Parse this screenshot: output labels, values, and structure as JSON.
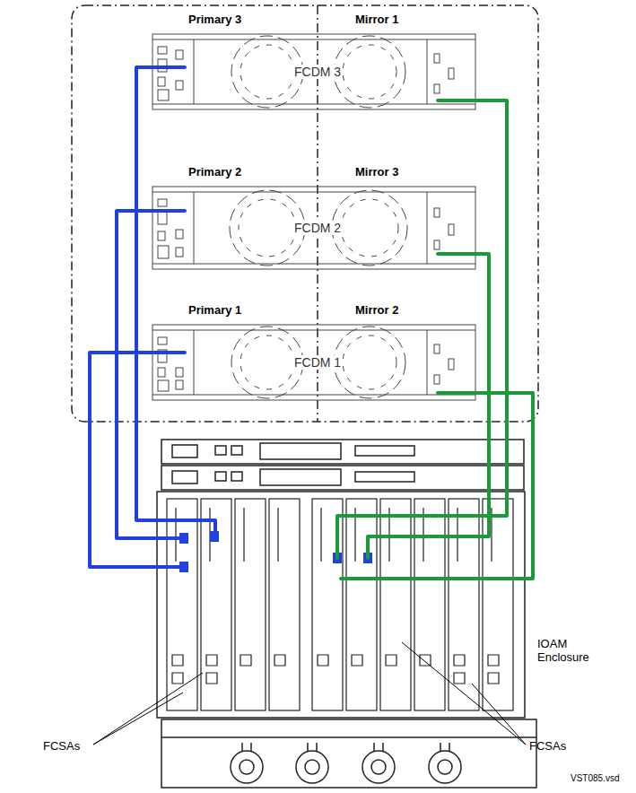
{
  "diagram": {
    "nodes": [
      {
        "text": [
          "FCDM 3"
        ]
      },
      {
        "text": [
          "Primary 3"
        ],
        "in": 0
      },
      {
        "text": [
          "Mirror 1"
        ],
        "in": 0
      },
      {
        "text": [
          "FCDM 2"
        ]
      },
      {
        "text": [
          "Primary 2"
        ],
        "in": 3
      },
      {
        "text": [
          "Mirror 3"
        ],
        "in": 3
      },
      {
        "text": [
          "FCDM 1"
        ]
      },
      {
        "text": [
          "Primary 1"
        ],
        "in": 6
      },
      {
        "text": [
          "Mirror 2"
        ],
        "in": 6
      },
      {
        "text": [
          "IOAM Enclosure"
        ]
      }
    ],
    "edges": [
      {
        "from": 1,
        "to": 9,
        "arrow": "none"
      },
      {
        "from": 4,
        "to": 9,
        "arrow": "none"
      },
      {
        "from": 7,
        "to": 9,
        "arrow": "none"
      },
      {
        "from": 2,
        "to": 9,
        "arrow": "none"
      },
      {
        "from": 5,
        "to": 9,
        "arrow": "none"
      },
      {
        "from": 8,
        "to": 9,
        "arrow": "none"
      }
    ],
    "labels": [
      "FCSAs",
      "FCSAs",
      "VST085.vsd"
    ]
  }
}
